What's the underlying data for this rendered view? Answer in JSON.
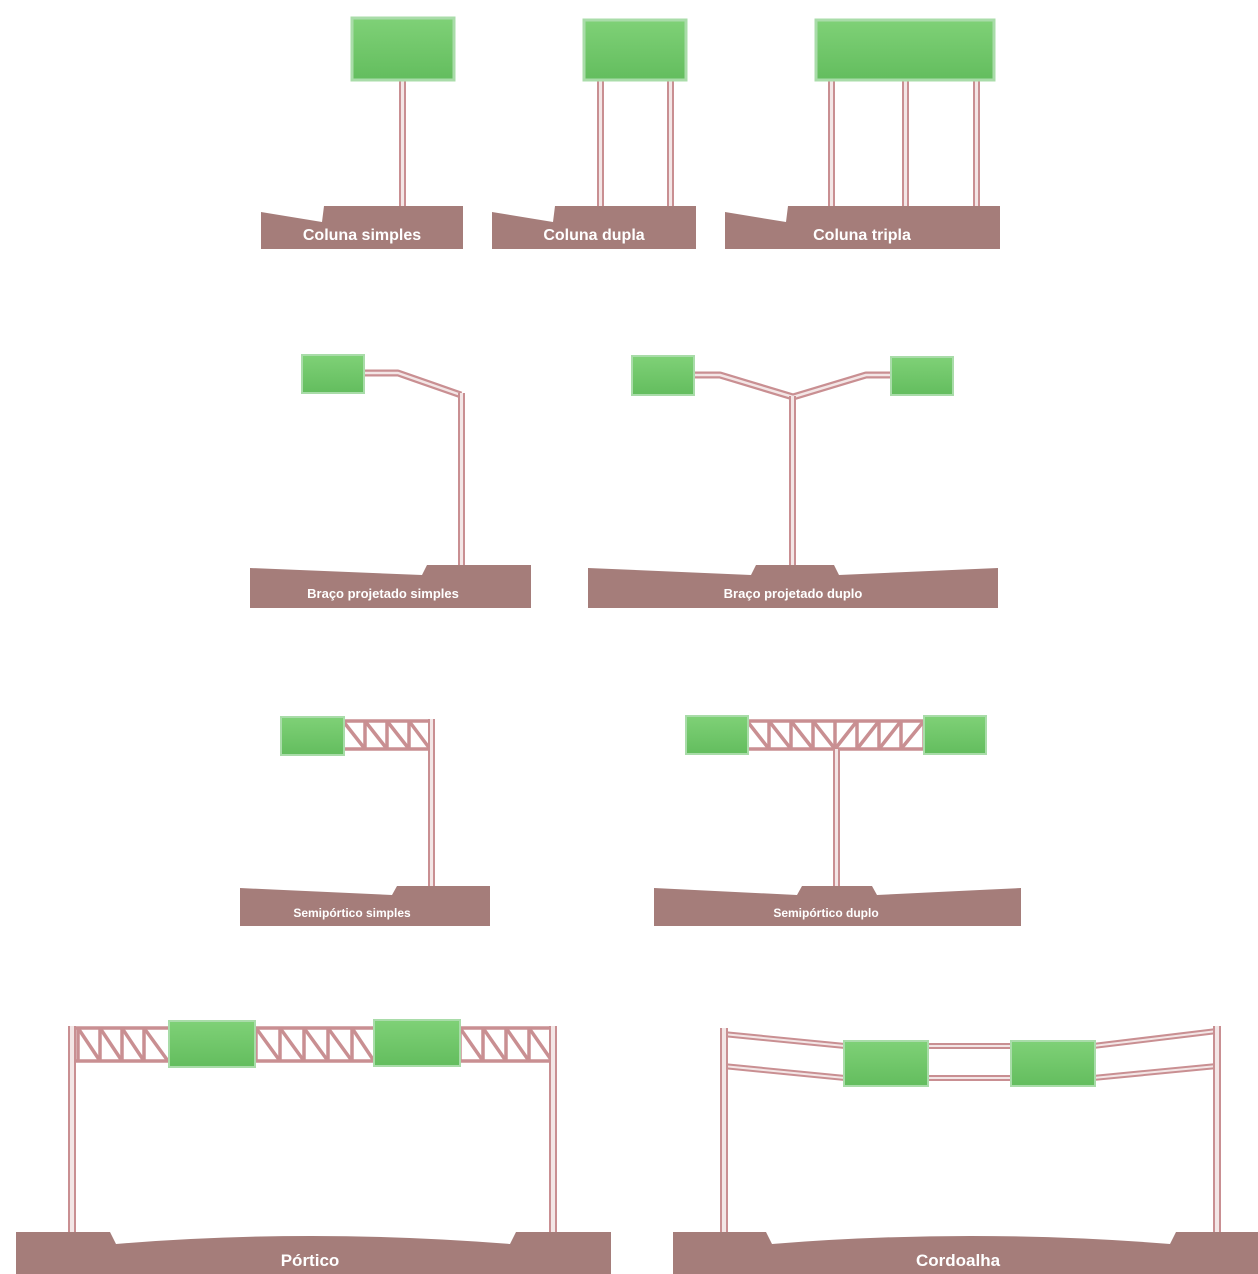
{
  "colors": {
    "background": "#ffffff",
    "sign_fill": "#72c96a",
    "sign_stroke": "#9fd9a0",
    "support": "#c98f92",
    "support_inner": "#f3e6e6",
    "ground": "#a57d7a",
    "label_text": "#ffffff"
  },
  "diagrams": [
    {
      "id": "coluna-simples",
      "label": "Coluna simples"
    },
    {
      "id": "coluna-dupla",
      "label": "Coluna dupla"
    },
    {
      "id": "coluna-tripla",
      "label": "Coluna tripla"
    },
    {
      "id": "braco-projetado-simples",
      "label": "Braço projetado simples"
    },
    {
      "id": "braco-projetado-duplo",
      "label": "Braço projetado duplo"
    },
    {
      "id": "semiportico-simples",
      "label": "Semipórtico simples"
    },
    {
      "id": "semiportico-duplo",
      "label": "Semipórtico duplo"
    },
    {
      "id": "portico",
      "label": "Pórtico"
    },
    {
      "id": "cordoalha",
      "label": "Cordoalha"
    }
  ]
}
